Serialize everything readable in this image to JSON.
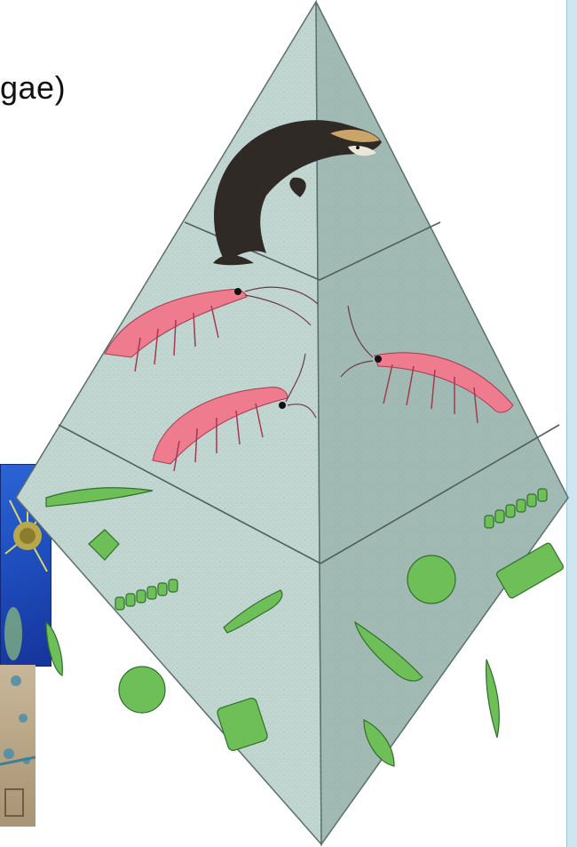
{
  "label_fragment": "gae)",
  "colors": {
    "pyramid_left_face": "#bfd4cf",
    "pyramid_right_face": "#9fb8b2",
    "krill": "#ee7c8e",
    "phytoplankton": "#6fbf58",
    "whale": "#2f2a26",
    "photo_blue": "#1f4fbf",
    "side_stripe": "#cde6f2"
  },
  "tiers": [
    {
      "level": "top",
      "organism": "whale"
    },
    {
      "level": "middle",
      "organism": "krill"
    },
    {
      "level": "base",
      "organism": "phytoplankton"
    }
  ]
}
